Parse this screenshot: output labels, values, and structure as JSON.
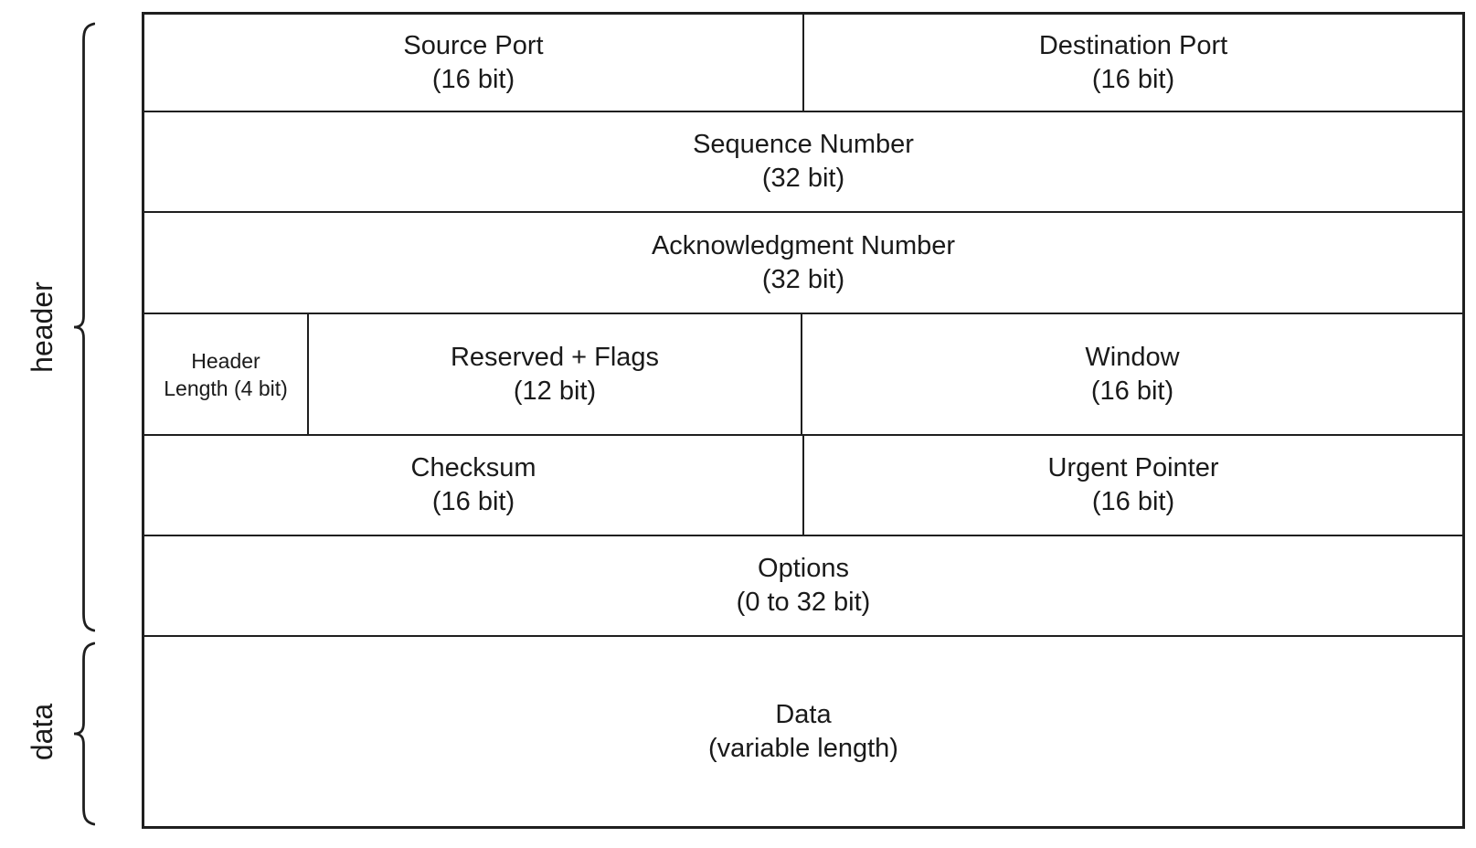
{
  "colors": {
    "background": "#ffffff",
    "line": "#1f1f1f",
    "text": "#1a1a1a"
  },
  "groups": {
    "header": {
      "label": "header"
    },
    "data": {
      "label": "data"
    }
  },
  "fields": {
    "source_port": {
      "line1": "Source Port",
      "line2": "(16 bit)"
    },
    "destination_port": {
      "line1": "Destination Port",
      "line2": "(16 bit)"
    },
    "sequence_number": {
      "line1": "Sequence Number",
      "line2": "(32 bit)"
    },
    "acknowledgment_number": {
      "line1": "Acknowledgment Number",
      "line2": "(32 bit)"
    },
    "header_length": {
      "line1": "Header",
      "line2": "Length (4 bit)"
    },
    "reserved_flags": {
      "line1": "Reserved + Flags",
      "line2": "(12 bit)"
    },
    "window": {
      "line1": "Window",
      "line2": "(16 bit)"
    },
    "checksum": {
      "line1": "Checksum",
      "line2": "(16 bit)"
    },
    "urgent_pointer": {
      "line1": "Urgent Pointer",
      "line2": "(16 bit)"
    },
    "options": {
      "line1": "Options",
      "line2": "(0 to 32 bit)"
    },
    "data": {
      "line1": "Data",
      "line2": "(variable length)"
    }
  }
}
